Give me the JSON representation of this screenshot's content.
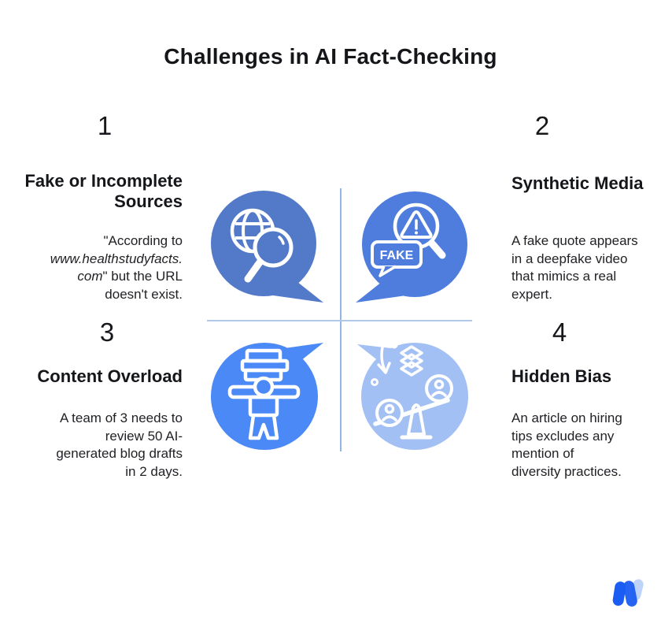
{
  "page": {
    "title": "Challenges in AI Fact-Checking",
    "background": "#ffffff",
    "text_color": "#15161a"
  },
  "divider": {
    "vertical_color": "#93b7e3",
    "horizontal_color": "#b0c8e8"
  },
  "quadrants": [
    {
      "number": "1",
      "title": "Fake or Incomplete Sources",
      "icon": "globe-search-icon",
      "bubble_color": "#5379c9",
      "body": {
        "line1": "\"According to",
        "line2_italic": "www.healthstudyfacts.",
        "line3_italic": "com",
        "line3_rest": "\" but the URL",
        "line4": "doesn't exist."
      }
    },
    {
      "number": "2",
      "title": "Synthetic Media",
      "icon": "fake-alert-magnifier-icon",
      "icon_label": "FAKE",
      "bubble_color": "#4e7ddd",
      "body_lines": [
        "A fake quote appears",
        "in a deepfake video",
        "that mimics a real",
        "expert."
      ]
    },
    {
      "number": "3",
      "title": "Content Overload",
      "icon": "person-carrying-stack-icon",
      "bubble_color": "#4b89f6",
      "body_lines": [
        "A team of 3 needs to",
        "review 50 AI-",
        "generated blog drafts",
        "in 2 days."
      ]
    },
    {
      "number": "4",
      "title": "Hidden Bias",
      "icon": "bias-seesaw-icon",
      "bubble_color": "#a3c0f5",
      "body_lines": [
        "An article on hiring",
        "tips excludes any",
        "mention of",
        "diversity practices."
      ]
    }
  ],
  "logo": {
    "name": "brand-logo",
    "primary_color": "#1b5cf3",
    "secondary_color": "#bdd3fa"
  }
}
